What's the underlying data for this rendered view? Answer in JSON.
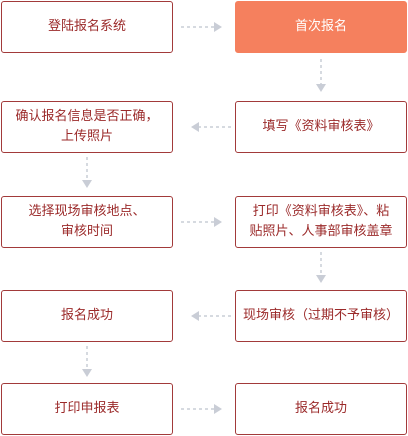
{
  "steps": [
    {
      "id": "login",
      "label": "登陆报名系统"
    },
    {
      "id": "first-register",
      "label": "首次报名"
    },
    {
      "id": "fill-form",
      "label": "填写《资料审核表》"
    },
    {
      "id": "confirm-info",
      "label": "确认报名信息是否正确，\n上传照片"
    },
    {
      "id": "choose-site",
      "label": "选择现场审核地点、\n审核时间"
    },
    {
      "id": "print-form",
      "label": "打印《资料审核表》、粘\n贴照片、人事部审核盖章"
    },
    {
      "id": "onsite-review",
      "label": "现场审核（过期不予审核）"
    },
    {
      "id": "register-success-left",
      "label": "报名成功"
    },
    {
      "id": "print-application",
      "label": "打印申报表"
    },
    {
      "id": "register-success-right",
      "label": "报名成功"
    }
  ],
  "colors": {
    "border": "#a23a3a",
    "text": "#9b2a2a",
    "highlight_fill": "#f5805e",
    "arrow": "#c9cdd6"
  }
}
